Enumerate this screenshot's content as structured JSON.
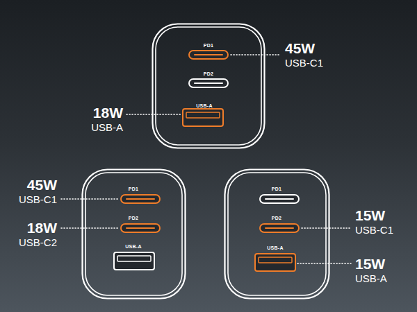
{
  "diagram": {
    "nodes": [
      {
        "text": [
          "PD1",
          "PD2",
          "USB-A"
        ]
      },
      {
        "text": [
          "PD1",
          "PD2",
          "USB-A"
        ]
      },
      {
        "text": [
          "PD1",
          "PD2",
          "USB-A"
        ]
      }
    ],
    "labels": [
      "45W",
      "USB-C1",
      "18W",
      "USB-A",
      "45W",
      "USB-C1",
      "18W",
      "USB-C2",
      "15W",
      "USB-C1",
      "15W",
      "USB-A"
    ]
  }
}
